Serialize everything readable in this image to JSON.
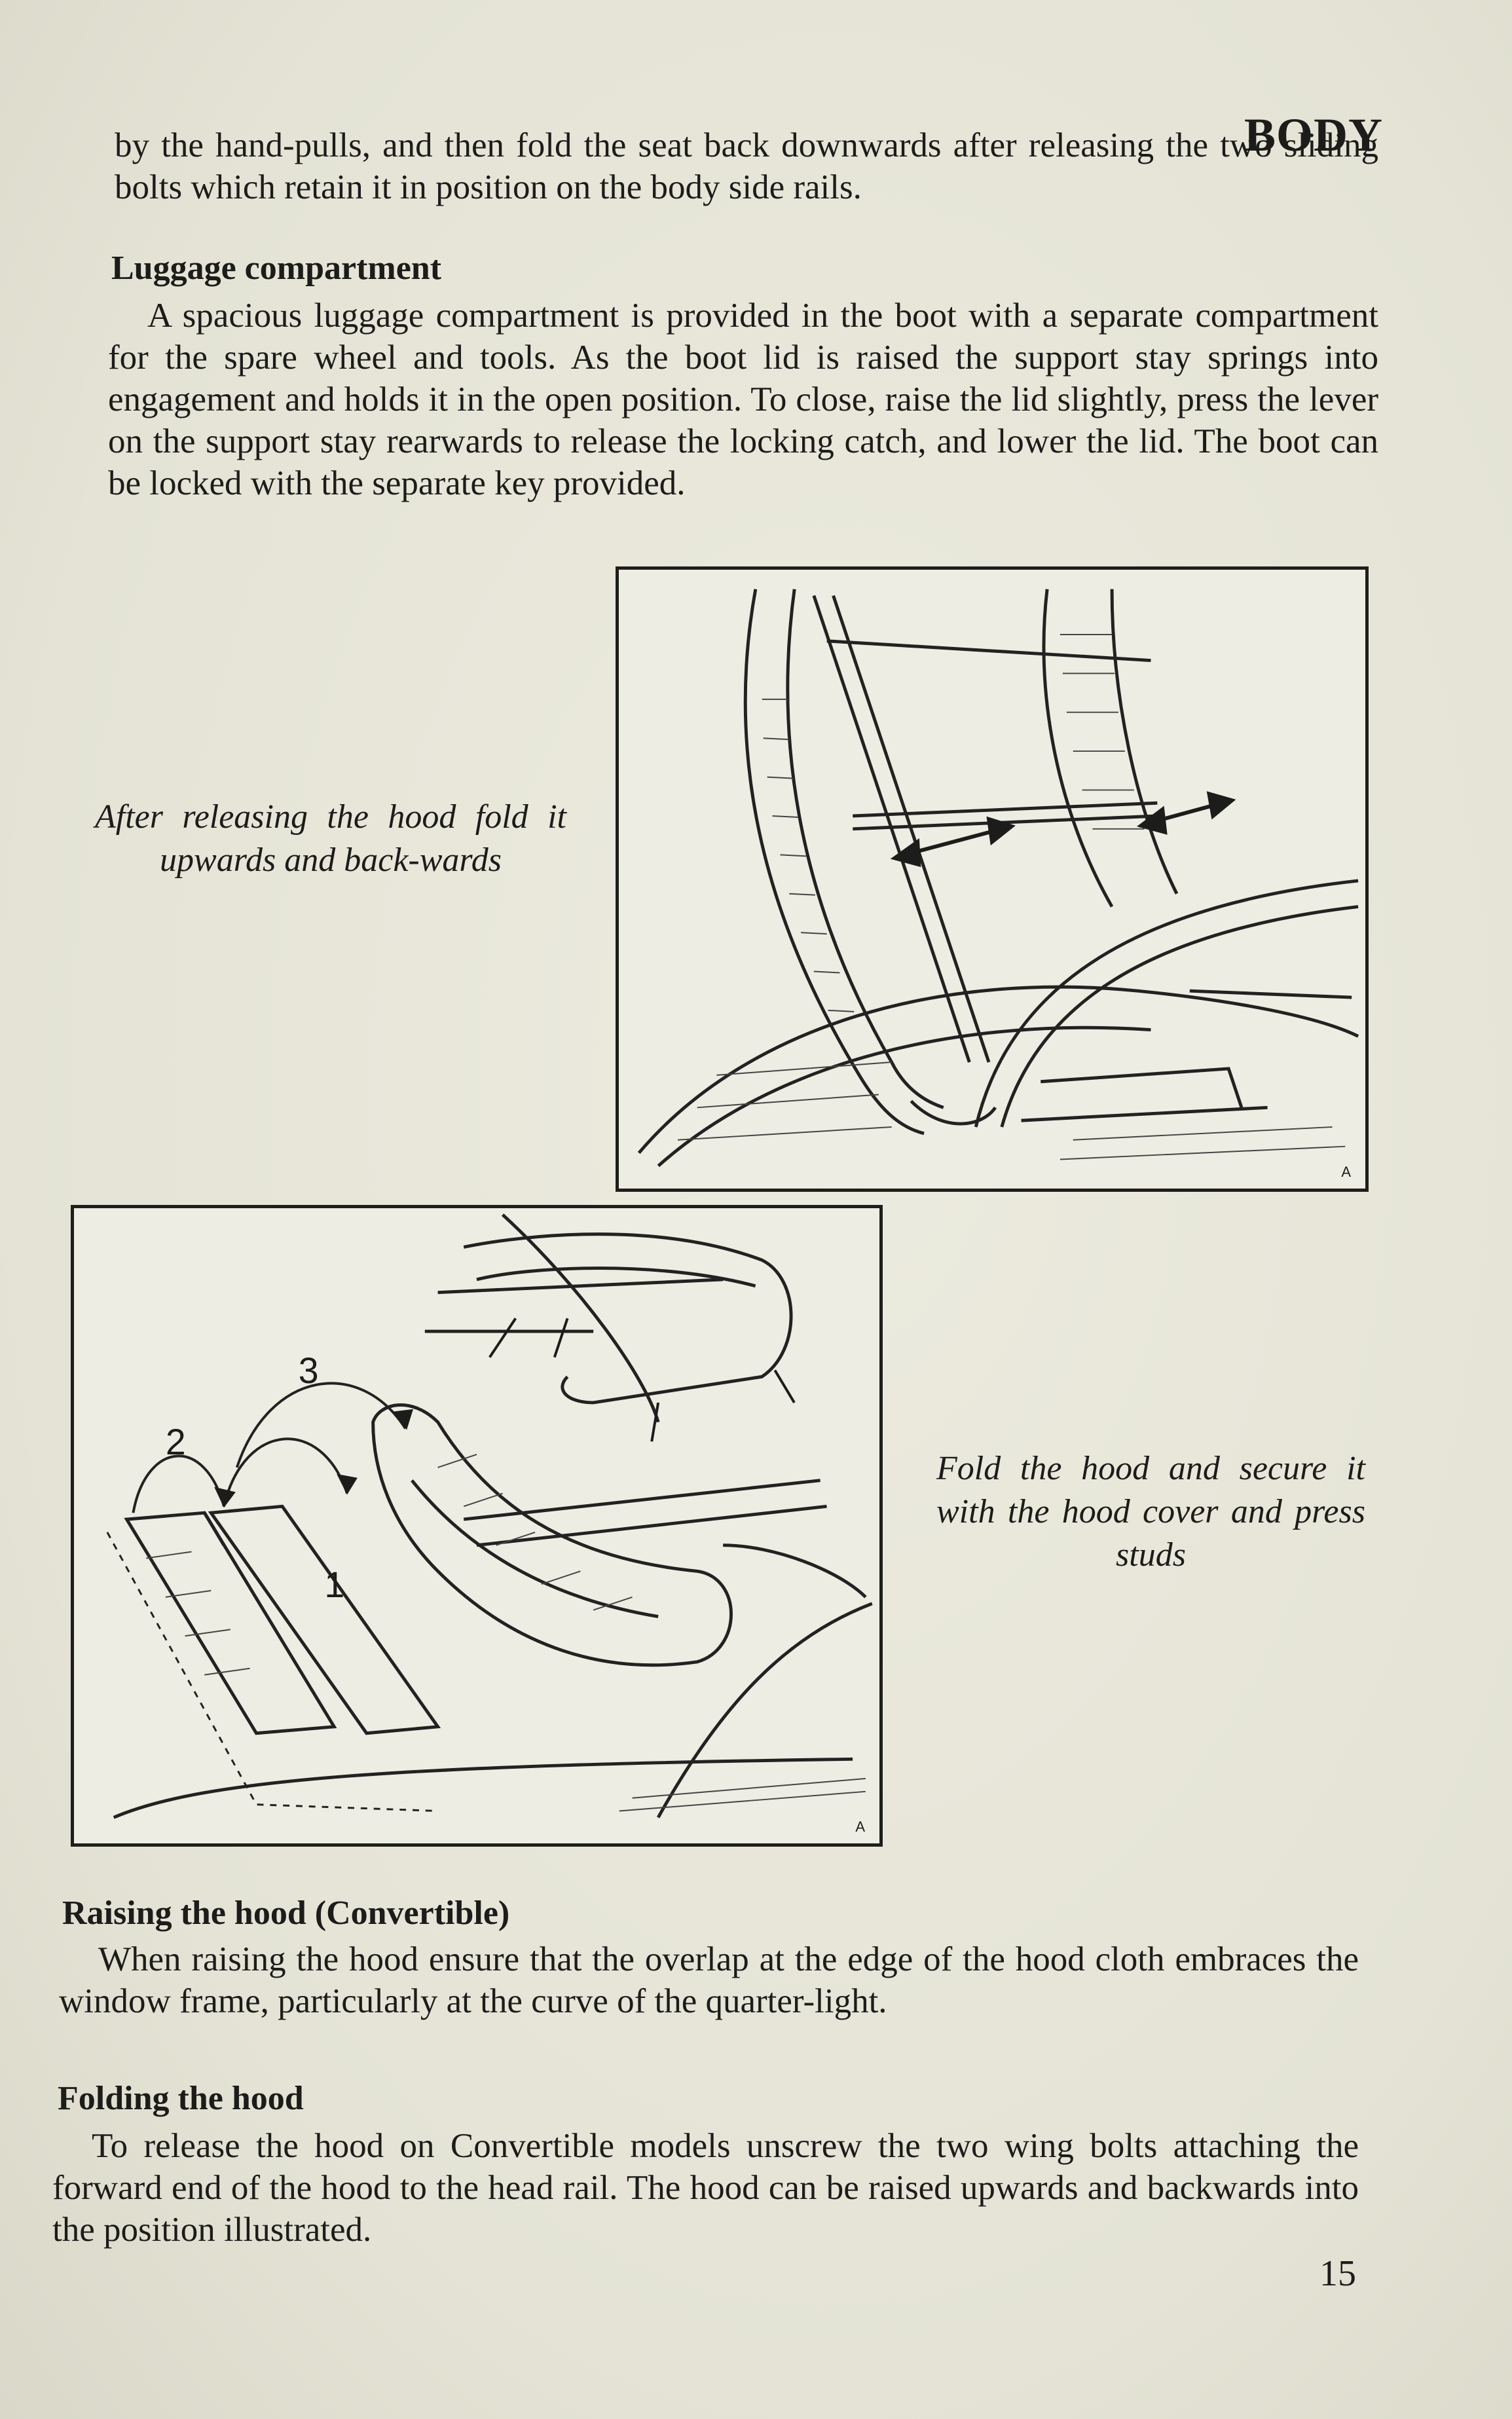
{
  "header": {
    "section_title": "BODY"
  },
  "intro": {
    "text": "by the hand-pulls, and then fold the seat back downwards after releasing the two sliding bolts which retain it in position on the body side rails."
  },
  "luggage": {
    "heading": "Luggage compartment",
    "text": "A spacious luggage compartment is provided in the boot with a separate compartment for the spare wheel and tools. As the boot lid is raised the support stay springs into engagement and holds it in the open position. To close, raise the lid slightly, press the lever on the support stay rearwards to release the locking catch, and lower the lid. The boot can be locked with the separate key provided."
  },
  "figure_a": {
    "caption": "After releasing the hood fold it upwards and back-wards",
    "mark": "A"
  },
  "figure_b": {
    "caption": "Fold the hood and secure it with the hood cover and press studs",
    "mark": "A",
    "step_labels": [
      "1",
      "2",
      "3"
    ]
  },
  "raising": {
    "heading": "Raising the hood (Convertible)",
    "text": "When raising the hood ensure that the overlap at the edge of the hood cloth embraces the window frame, particularly at the curve of the quarter-light."
  },
  "folding": {
    "heading": "Folding the hood",
    "text": "To release the hood on Convertible models unscrew the two wing bolts attaching the forward end of the hood to the head rail. The hood can be raised upwards and backwards into the position illustrated."
  },
  "footer": {
    "page_number": "15"
  }
}
